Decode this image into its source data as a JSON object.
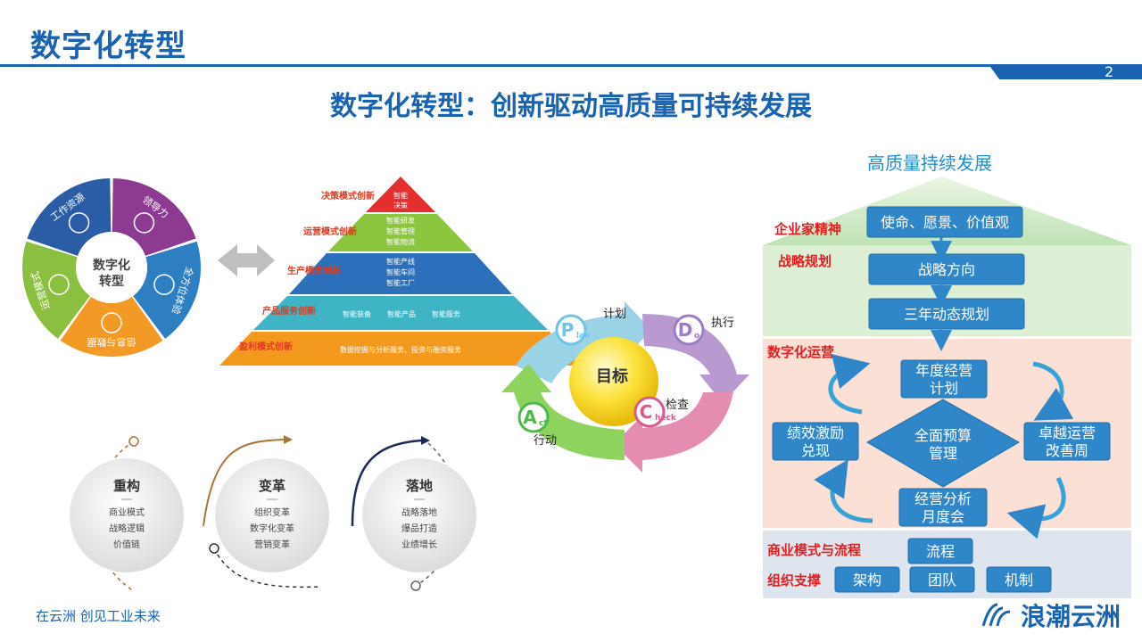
{
  "header": {
    "title": "数字化转型",
    "page_number": "2"
  },
  "headline": "数字化转型：创新驱动高质量可持续发展",
  "wheel": {
    "center": [
      "数字化",
      "转型"
    ],
    "segments": [
      {
        "label": "领导力",
        "color": "#8d3a93"
      },
      {
        "label": "全方位体验",
        "color": "#2d7fc2"
      },
      {
        "label": "信息与数据",
        "color": "#f39a26"
      },
      {
        "label": "运营模式",
        "color": "#8bbf3f"
      },
      {
        "label": "工作资源",
        "color": "#2a5da5"
      }
    ]
  },
  "pyramid": {
    "levels": [
      {
        "label": "决策模式创新",
        "items": [
          "智能",
          "决策"
        ]
      },
      {
        "label": "运营模式创新",
        "items": [
          "智能研发",
          "智能管理",
          "智能物流"
        ]
      },
      {
        "label": "生产模式创新",
        "items": [
          "智能产线",
          "智能车间",
          "智能工厂"
        ]
      },
      {
        "label": "产品服务创新",
        "items": [
          "智能装备",
          "智能产品",
          "智能服务"
        ]
      },
      {
        "label": "盈利模式创新",
        "items": [
          "数据挖掘与分析服务、投资与融资服务"
        ]
      }
    ]
  },
  "pdca": {
    "center": "目标",
    "steps": [
      {
        "letter": "P",
        "sub": "lan",
        "label": "计划"
      },
      {
        "letter": "D",
        "sub": "o",
        "label": "执行"
      },
      {
        "letter": "C",
        "sub": "heck",
        "label": "检查"
      },
      {
        "letter": "A",
        "sub": "ct",
        "label": "行动"
      }
    ]
  },
  "stages": [
    {
      "title": "重构",
      "items": [
        "商业模式",
        "战略逻辑",
        "价值链"
      ]
    },
    {
      "title": "变革",
      "items": [
        "组织变革",
        "数字化变革",
        "营销变革"
      ]
    },
    {
      "title": "落地",
      "items": [
        "战略落地",
        "爆品打造",
        "业绩增长"
      ]
    }
  ],
  "house": {
    "roof": "高质量持续发展",
    "entrepreneur": {
      "label": "企业家精神",
      "box": "使命、愿景、价值观"
    },
    "strategy": {
      "label": "战略规划",
      "boxes": [
        "战略方向",
        "三年动态规划"
      ]
    },
    "operations": {
      "label": "数字化运营",
      "annual": [
        "年度经营",
        "计划"
      ],
      "budget": [
        "全面预算",
        "管理"
      ],
      "incentive": [
        "绩效激励",
        "兑现"
      ],
      "excellence": [
        "卓越运营",
        "改善周"
      ],
      "analysis": [
        "经营分析",
        "月度会"
      ]
    },
    "business_model": {
      "label": "商业模式与流程",
      "box": "流程"
    },
    "org_support": {
      "label": "组织支撑",
      "boxes": [
        "架构",
        "团队",
        "机制"
      ]
    }
  },
  "footer": {
    "slogan": "在云洲   创见工业未来",
    "brand": "浪潮云洲"
  }
}
